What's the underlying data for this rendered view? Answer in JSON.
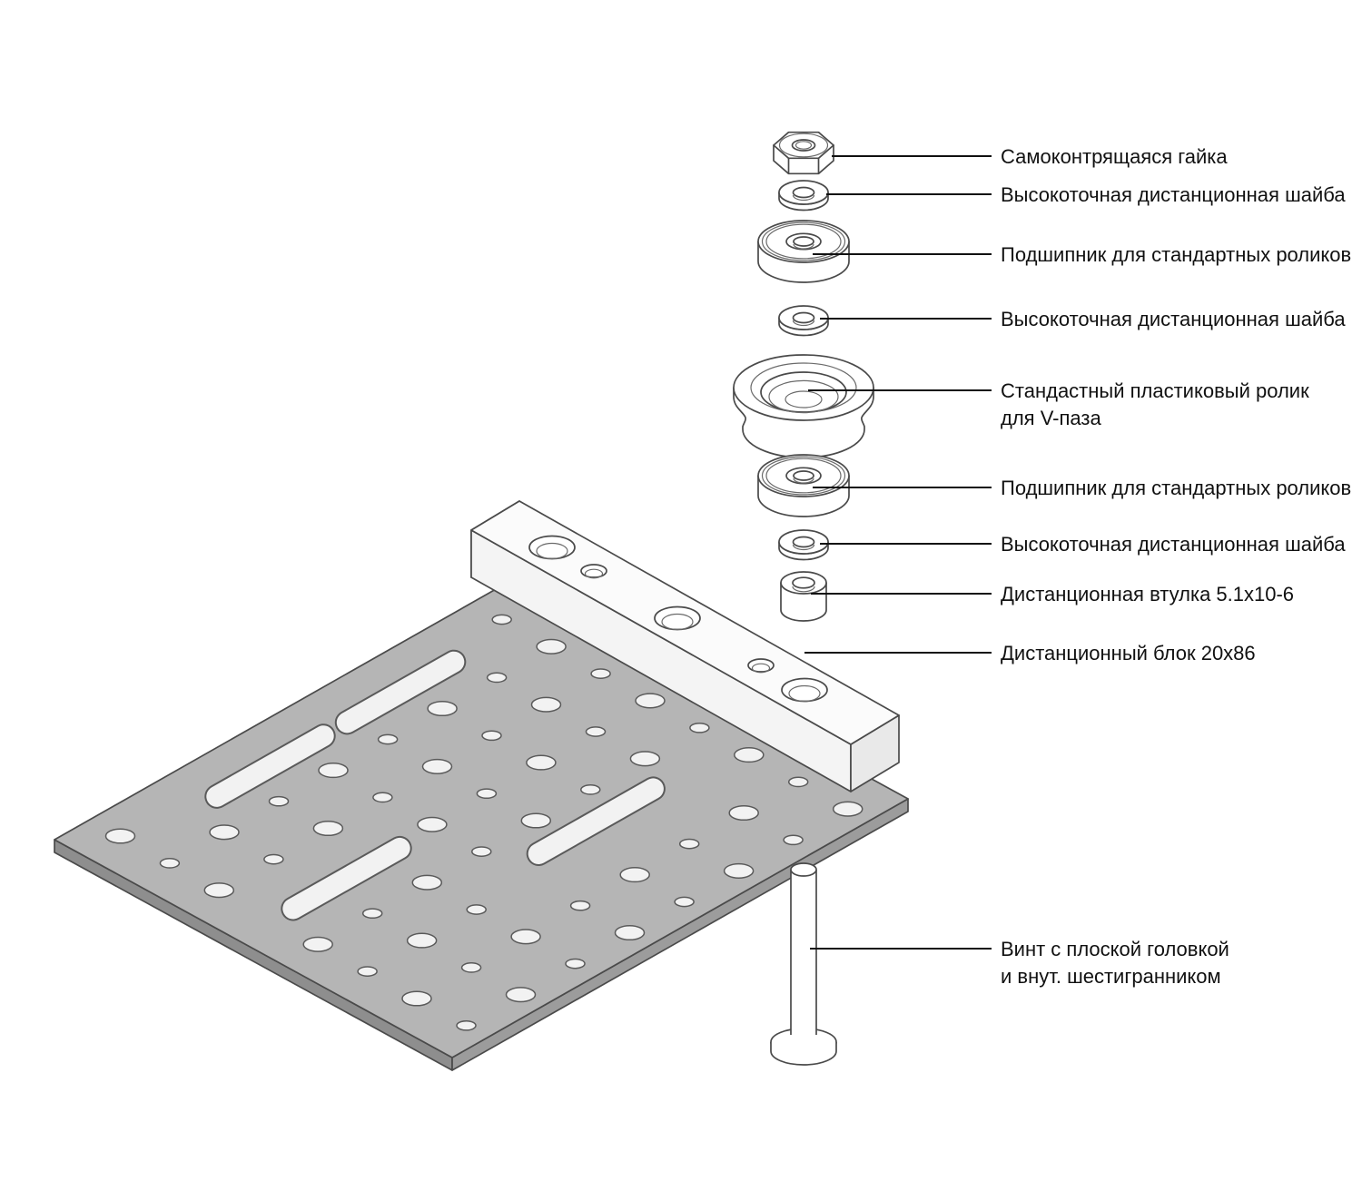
{
  "parts": [
    {
      "id": "lock-nut",
      "label": "Самоконтрящаяся гайка"
    },
    {
      "id": "spacer-washer-1",
      "label": "Высокоточная дистанционная шайба"
    },
    {
      "id": "bearing-1",
      "label": "Подшипник для стандартных роликов"
    },
    {
      "id": "spacer-washer-2",
      "label": "Высокоточная дистанционная шайба"
    },
    {
      "id": "v-slot-roller",
      "label": "Стандастный пластиковый ролик",
      "label2": "для V-паза"
    },
    {
      "id": "bearing-2",
      "label": "Подшипник для стандартных роликов"
    },
    {
      "id": "spacer-washer-3",
      "label": "Высокоточная дистанционная шайба"
    },
    {
      "id": "spacer-bushing",
      "label": "Дистанционная втулка 5.1x10-6"
    },
    {
      "id": "spacer-block",
      "label": "Дистанционный блок 20x86"
    },
    {
      "id": "flat-head-screw",
      "label": "Винт с плоской головкой",
      "label2": "и внут. шестигранником"
    }
  ],
  "colors": {
    "background": "#ffffff",
    "plate_top": "#b5b5b5",
    "plate_side_left": "#8e8e8e",
    "plate_side_right": "#9c9c9c",
    "part_fill": "#ffffff",
    "outline": "#4a4a4a",
    "hole_fill": "#f2f2f2",
    "leader_line": "#111111",
    "label_text": "#111111"
  }
}
